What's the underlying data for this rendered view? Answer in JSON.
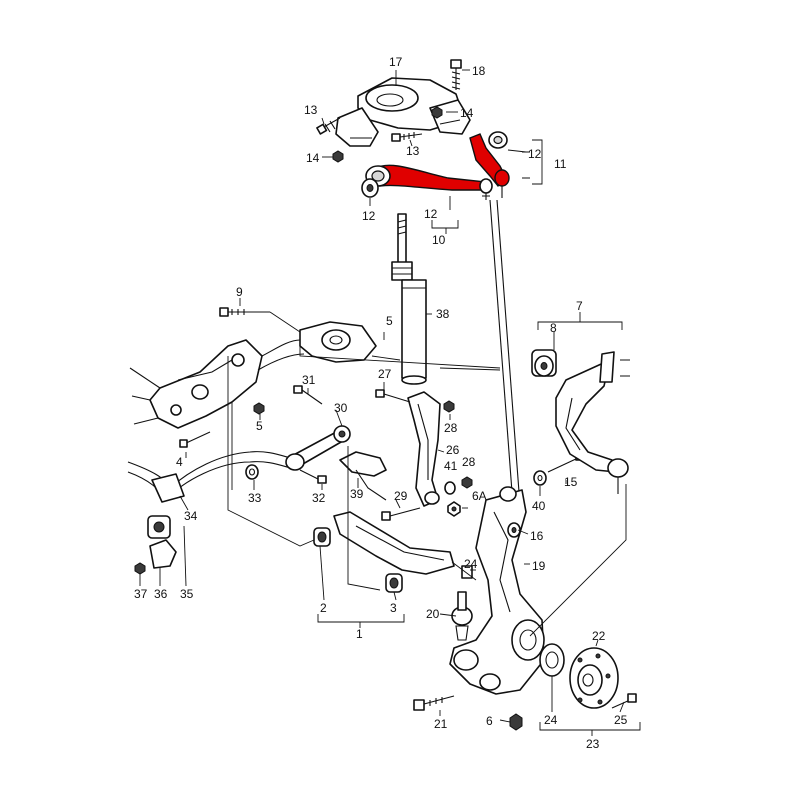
{
  "diagram": {
    "highlight_color": "#e00000",
    "line_color": "#111111",
    "background": "#ffffff",
    "callouts": [
      {
        "id": "c17",
        "label": "17"
      },
      {
        "id": "c18",
        "label": "18"
      },
      {
        "id": "c13a",
        "label": "13"
      },
      {
        "id": "c14a",
        "label": "14"
      },
      {
        "id": "c13b",
        "label": "13"
      },
      {
        "id": "c14b",
        "label": "14"
      },
      {
        "id": "c12a",
        "label": "12"
      },
      {
        "id": "c11",
        "label": "11"
      },
      {
        "id": "c12b",
        "label": "12"
      },
      {
        "id": "c12c",
        "label": "12"
      },
      {
        "id": "c10",
        "label": "10"
      },
      {
        "id": "c9",
        "label": "9"
      },
      {
        "id": "c5a",
        "label": "5"
      },
      {
        "id": "c38",
        "label": "38"
      },
      {
        "id": "c7",
        "label": "7"
      },
      {
        "id": "c8",
        "label": "8"
      },
      {
        "id": "c31",
        "label": "31"
      },
      {
        "id": "c27",
        "label": "27"
      },
      {
        "id": "c30",
        "label": "30"
      },
      {
        "id": "c5b",
        "label": "5"
      },
      {
        "id": "c28a",
        "label": "28"
      },
      {
        "id": "c4",
        "label": "4"
      },
      {
        "id": "c26",
        "label": "26"
      },
      {
        "id": "c41",
        "label": "41"
      },
      {
        "id": "c28b",
        "label": "28"
      },
      {
        "id": "c15",
        "label": "15"
      },
      {
        "id": "c33",
        "label": "33"
      },
      {
        "id": "c32",
        "label": "32"
      },
      {
        "id": "c39",
        "label": "39"
      },
      {
        "id": "c29",
        "label": "29"
      },
      {
        "id": "c6A",
        "label": "6A"
      },
      {
        "id": "c40",
        "label": "40"
      },
      {
        "id": "c34",
        "label": "34"
      },
      {
        "id": "c16",
        "label": "16"
      },
      {
        "id": "c19",
        "label": "19"
      },
      {
        "id": "c24a",
        "label": "24"
      },
      {
        "id": "c37",
        "label": "37"
      },
      {
        "id": "c36",
        "label": "36"
      },
      {
        "id": "c35",
        "label": "35"
      },
      {
        "id": "c2",
        "label": "2"
      },
      {
        "id": "c3",
        "label": "3"
      },
      {
        "id": "c1",
        "label": "1"
      },
      {
        "id": "c20",
        "label": "20"
      },
      {
        "id": "c22",
        "label": "22"
      },
      {
        "id": "c21",
        "label": "21"
      },
      {
        "id": "c6",
        "label": "6"
      },
      {
        "id": "c24b",
        "label": "24"
      },
      {
        "id": "c25",
        "label": "25"
      },
      {
        "id": "c23",
        "label": "23"
      }
    ]
  }
}
